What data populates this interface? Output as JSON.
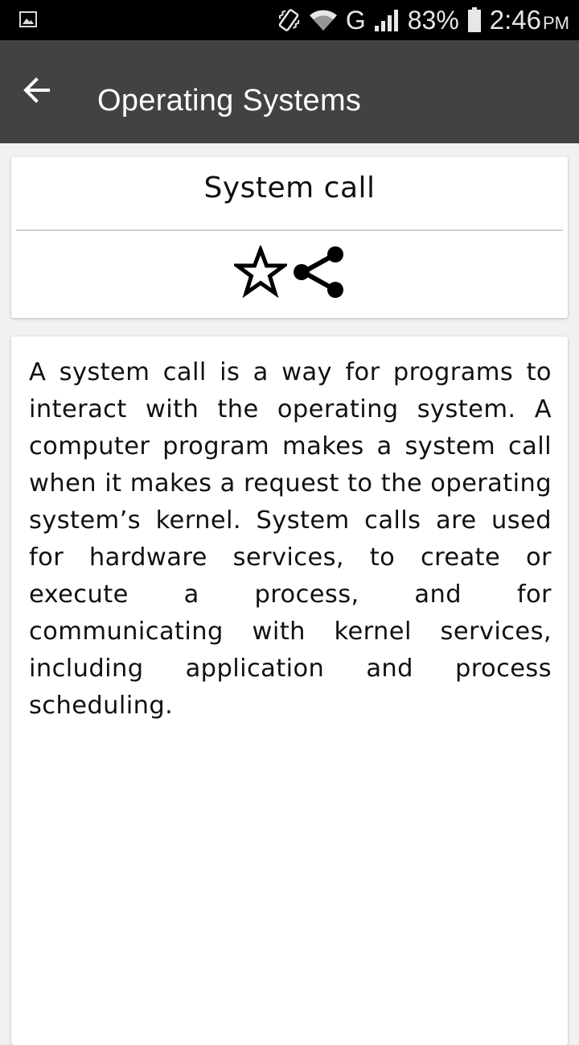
{
  "status_bar": {
    "left_icon": "image-notification-icon",
    "icons": [
      "vibrate-icon",
      "wifi-icon",
      "signal-icon",
      "battery-icon"
    ],
    "network_type": "G",
    "battery_percent": "83%",
    "time": "2:46",
    "time_suffix": "PM"
  },
  "app_bar": {
    "back_icon": "back-arrow-icon",
    "title": "Operating Systems",
    "background_color": "#424242"
  },
  "header_card": {
    "title": "System call",
    "actions": [
      "star-icon",
      "share-icon"
    ]
  },
  "body_card": {
    "text": "A system call is a way for programs to interact with the operating system. A computer program makes a system call when it makes a request to the operating system’s kernel. System calls are used for hardware services, to create or execute a process, and for communicating with kernel services, including application and process scheduling."
  }
}
